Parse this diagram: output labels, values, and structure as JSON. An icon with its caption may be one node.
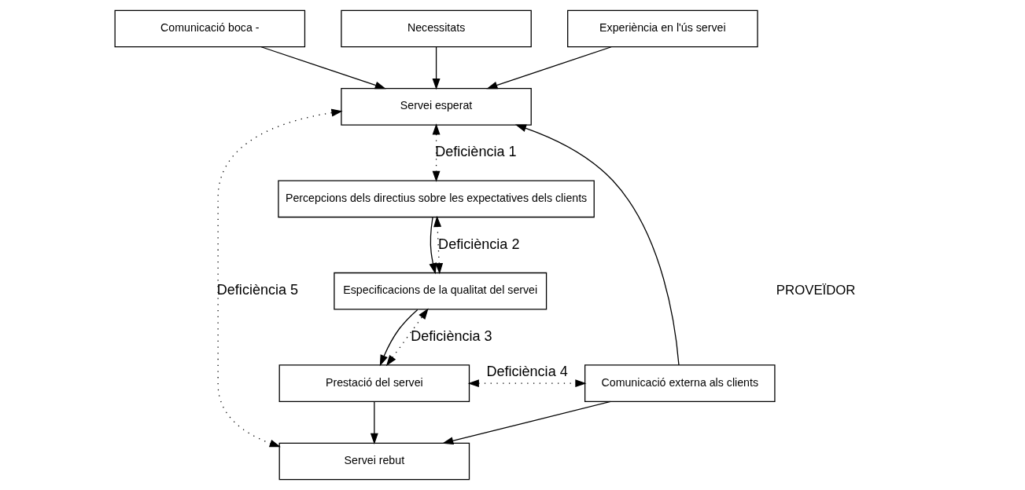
{
  "diagram": {
    "nodes": [
      {
        "text": [
          "Comunicació boca -"
        ]
      },
      {
        "text": [
          "Necessitats"
        ]
      },
      {
        "text": [
          "Experiència en l'ús servei"
        ]
      },
      {
        "text": [
          "Servei esperat"
        ]
      },
      {
        "text": [
          "Servei rebut"
        ]
      },
      {
        "text": [
          "Prestació del servei"
        ]
      },
      {
        "text": [
          "Comunicació externa als clients"
        ]
      },
      {
        "text": [
          "Especificacions de la qualitat del servei"
        ]
      },
      {
        "text": [
          "Percepcions dels directius sobre les expectatives dels clients"
        ]
      }
    ],
    "edges": [
      {
        "from": 0,
        "to": 3,
        "arrow": "to"
      },
      {
        "from": 1,
        "to": 3,
        "arrow": "to"
      },
      {
        "from": 2,
        "to": 3,
        "arrow": "to"
      },
      {
        "from": 3,
        "to": 8,
        "arrow": "both",
        "style": "dashed",
        "label": "Deficiència 1"
      },
      {
        "from": 3,
        "to": 4,
        "arrow": "both",
        "style": "dashed",
        "label": "Deficiència 5"
      },
      {
        "from": 6,
        "to": 3,
        "arrow": "to"
      },
      {
        "from": 6,
        "to": 4,
        "arrow": "to"
      },
      {
        "from": 5,
        "to": 4,
        "arrow": "to"
      },
      {
        "from": 5,
        "to": 6,
        "arrow": "both",
        "style": "dashed",
        "label": "Deficiència 4"
      },
      {
        "from": 5,
        "to": 7,
        "arrow": "both",
        "style": "dashed",
        "label": "Deficiència 3"
      },
      {
        "from": 7,
        "to": 5,
        "arrow": "to"
      },
      {
        "from": 7,
        "to": 8,
        "arrow": "both",
        "style": "dashed",
        "label": "Deficiència 2"
      },
      {
        "from": 8,
        "to": 7,
        "arrow": "to"
      }
    ],
    "labels": [
      "PROVEÏDOR"
    ]
  }
}
